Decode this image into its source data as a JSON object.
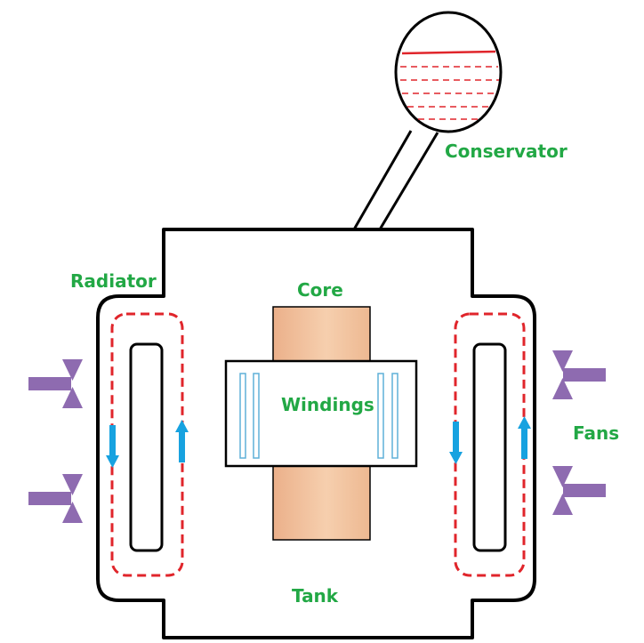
{
  "labels": {
    "conservator": "Conservator",
    "radiator": "Radiator",
    "core": "Core",
    "windings": "Windings",
    "fans": "Fans",
    "tank": "Tank"
  },
  "colors": {
    "label": "#22a845",
    "outline": "#000000",
    "oil_flow": "#e0252b",
    "flow_arrow": "#17a2e0",
    "fan": "#8e6bb0",
    "core_fill": "#f3c29c",
    "winding_stripe": "#5fb0d8"
  }
}
